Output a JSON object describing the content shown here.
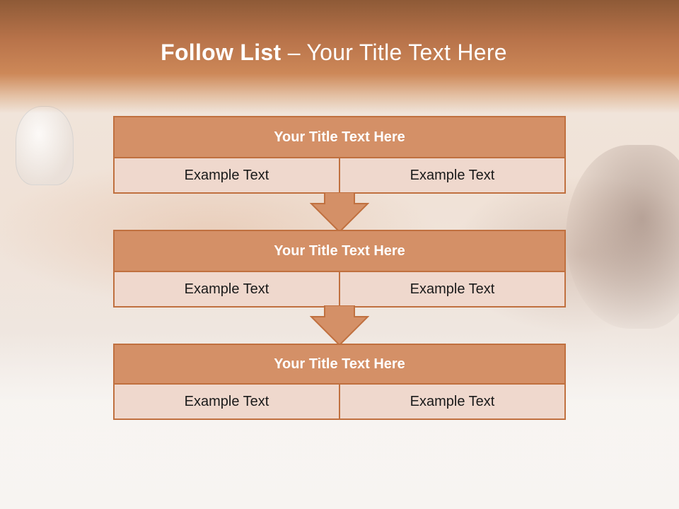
{
  "slide": {
    "title_bold": "Follow List",
    "title_rest": " – Your Title Text Here"
  },
  "steps": [
    {
      "title": "Your Title Text Here",
      "left": "Example Text",
      "right": "Example Text"
    },
    {
      "title": "Your Title Text Here",
      "left": "Example Text",
      "right": "Example Text"
    },
    {
      "title": "Your Title Text Here",
      "left": "Example Text",
      "right": "Example Text"
    }
  ],
  "colors": {
    "header": "#c77f52",
    "block_title_fill": "#d49067",
    "block_cell_fill": "#efd8cd",
    "border": "#c0703f"
  },
  "icons": [
    "down-arrow-icon"
  ]
}
